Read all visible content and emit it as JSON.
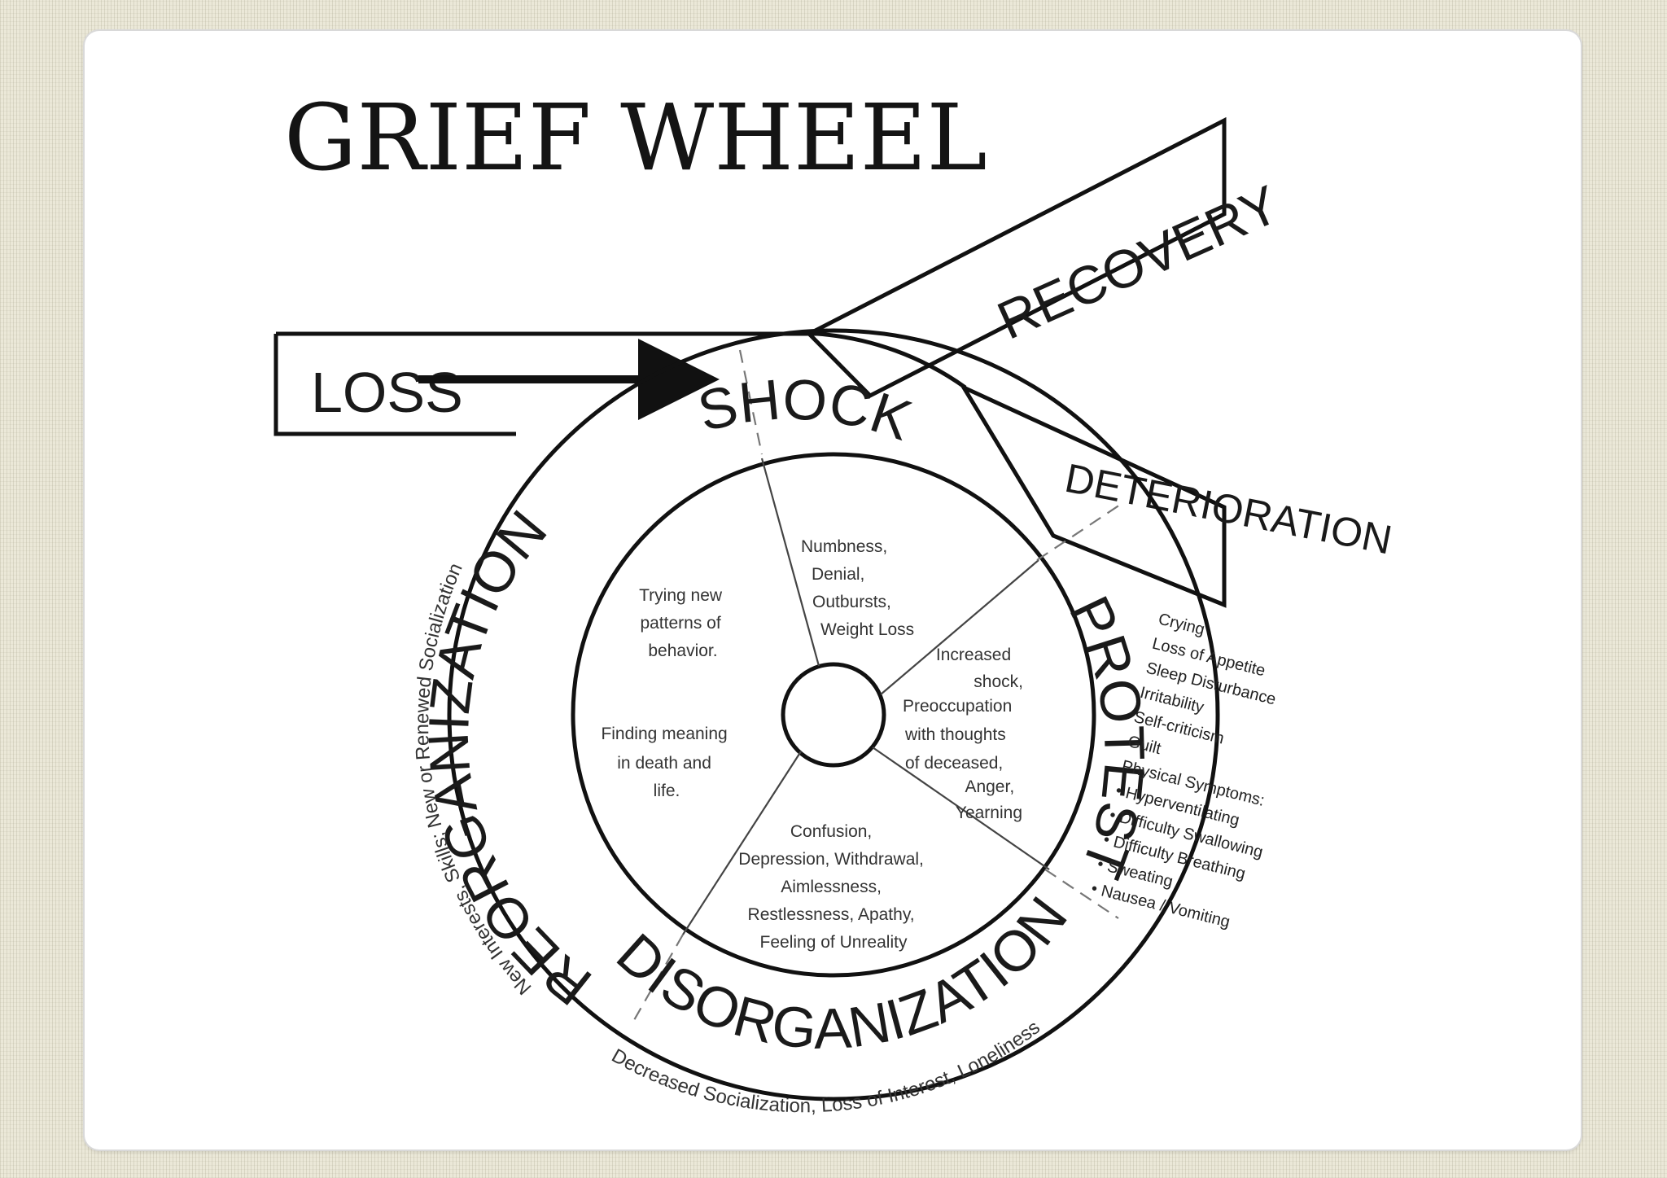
{
  "title": "GRIEF WHEEL",
  "loss_label": "LOSS",
  "recovery_label": "RECOVERY",
  "deterioration_label": "DETERIORATION",
  "stages": {
    "shock": "SHOCK",
    "protest": "PROTEST",
    "disorganization": "DISORGANIZATION",
    "reorganization": "REORGANIZATION"
  },
  "inner": {
    "shock_lines": [
      "Numbness,",
      "Denial,",
      "Outbursts,",
      "Weight Loss"
    ],
    "protest_lines_a": [
      "Increased",
      "shock,"
    ],
    "protest_lines_b": [
      "Preoccupation",
      "with thoughts",
      "of deceased,"
    ],
    "protest_lines_c": [
      "Anger,",
      "Yearning"
    ],
    "disorg_lines": [
      "Confusion,",
      "Depression, Withdrawal,",
      "Aimlessness,",
      "Restlessness, Apathy,",
      "Feeling of Unreality"
    ],
    "reorg_lines_a": [
      "Trying new",
      "patterns of",
      "behavior."
    ],
    "reorg_lines_b": [
      "Finding meaning",
      "in death and",
      "life."
    ]
  },
  "deterioration_symptoms": [
    "Crying",
    "Loss of Appetite",
    "Sleep Disturbance",
    "Irritability",
    "Self-criticism",
    "Guilt",
    "Physical Symptoms:",
    "• Hyperventilating",
    "• Difficulty Swallowing",
    "• Difficulty Breathing",
    "• Sweating",
    "• Nausea / Vomiting"
  ],
  "outer_bottom": "Decreased Socialization, Loss of Interest, Loneliness",
  "outer_left": "New Interests, Skills; New or Renewed Socialization"
}
